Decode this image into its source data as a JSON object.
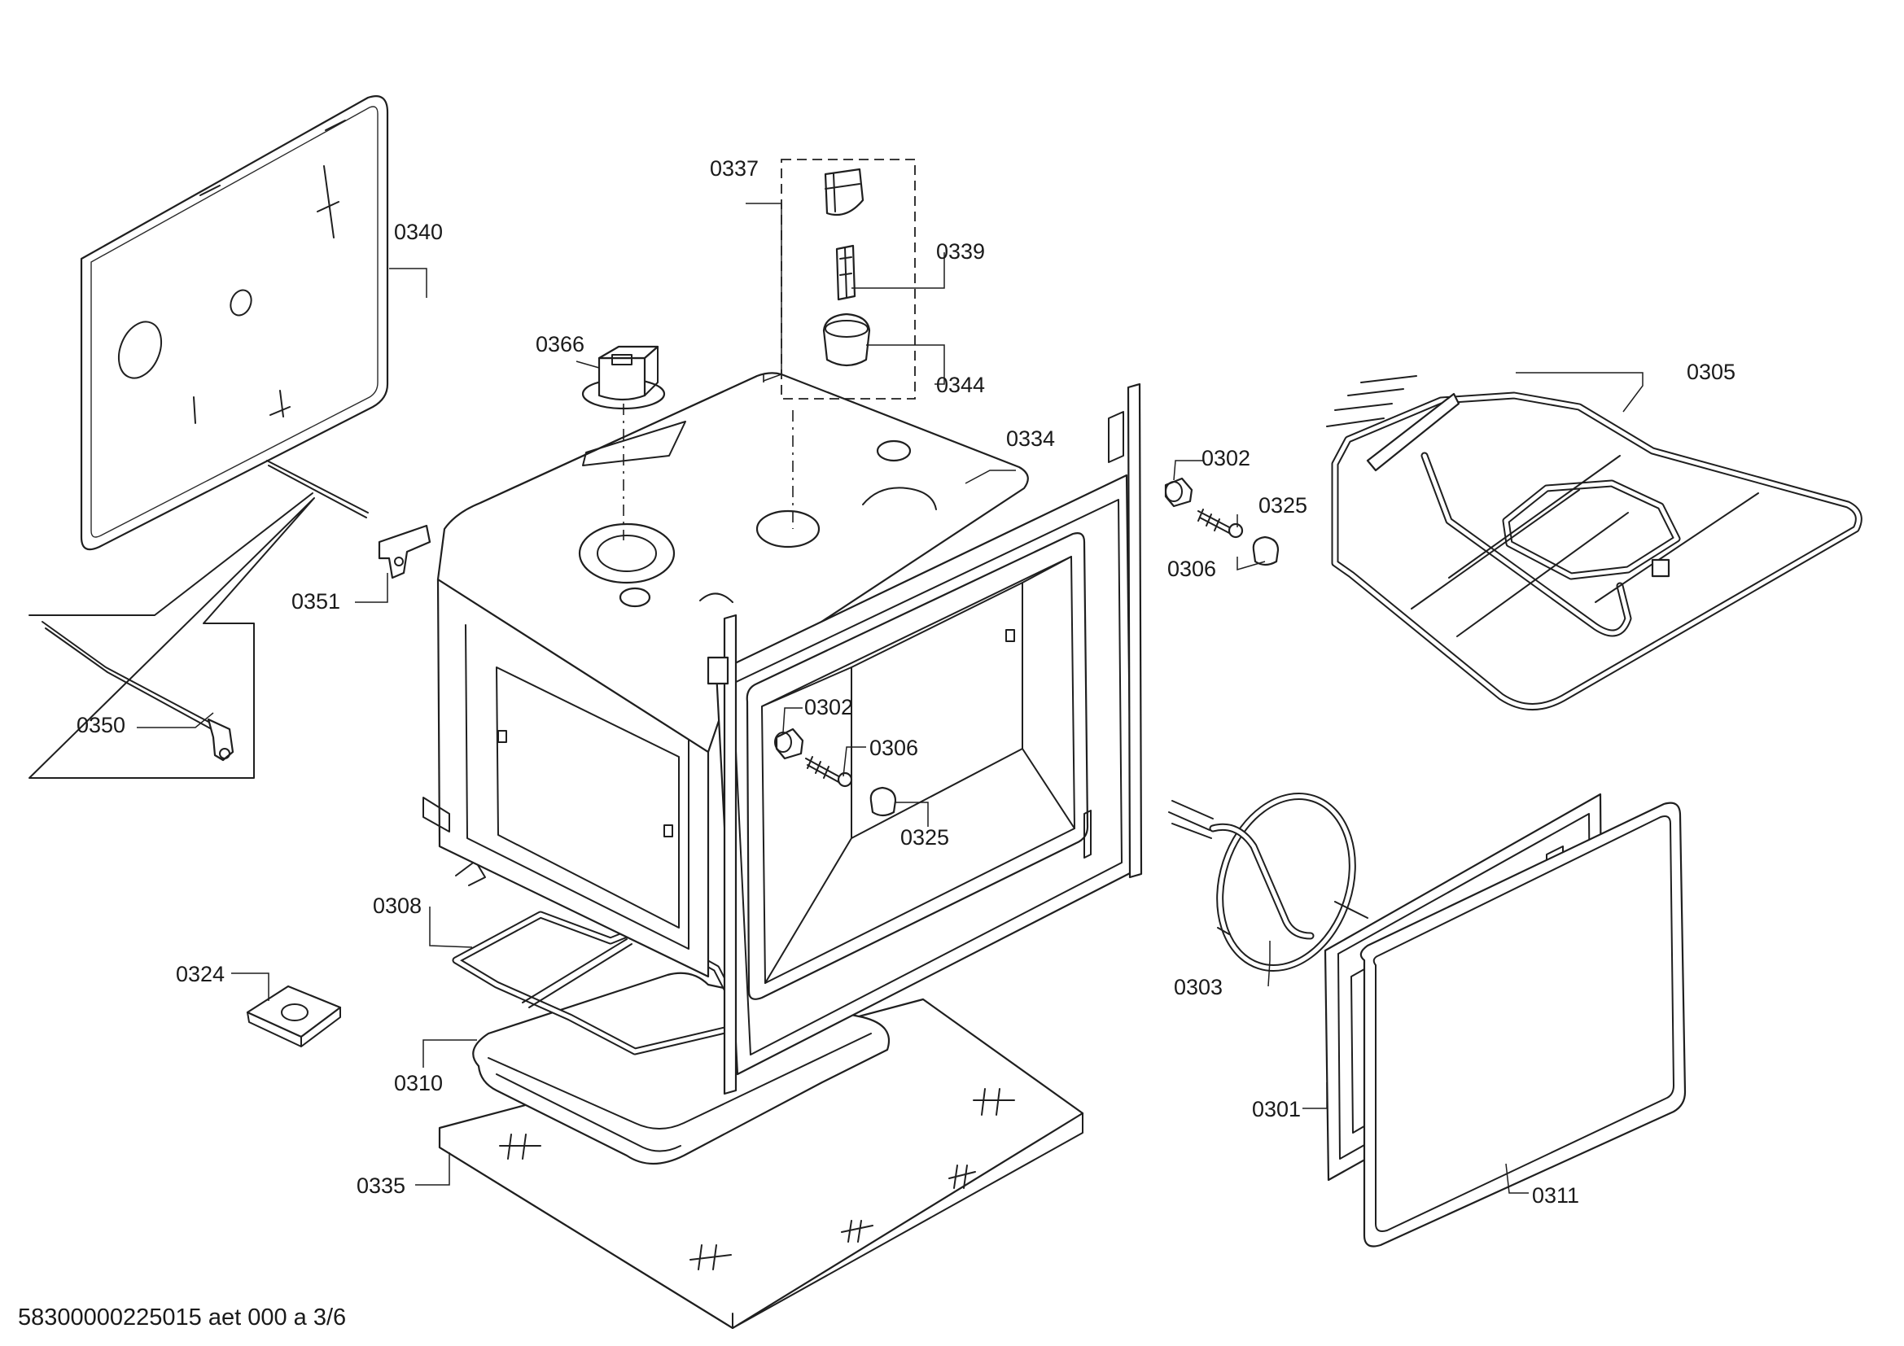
{
  "callouts": {
    "c0337": "0337",
    "c0339": "0339",
    "c0344": "0344",
    "c0340": "0340",
    "c0366": "0366",
    "c0334": "0334",
    "c0302a": "0302",
    "c0325a": "0325",
    "c0306a": "0306",
    "c0305": "0305",
    "c0351": "0351",
    "c0350": "0350",
    "c0302b": "0302",
    "c0306b": "0306",
    "c0325b": "0325",
    "c0308": "0308",
    "c0324": "0324",
    "c0310": "0310",
    "c0335": "0335",
    "c0303": "0303",
    "c0301": "0301",
    "c0311": "0311"
  },
  "footer": {
    "document_code": "58300000225015 aet 000 a 3/6"
  }
}
